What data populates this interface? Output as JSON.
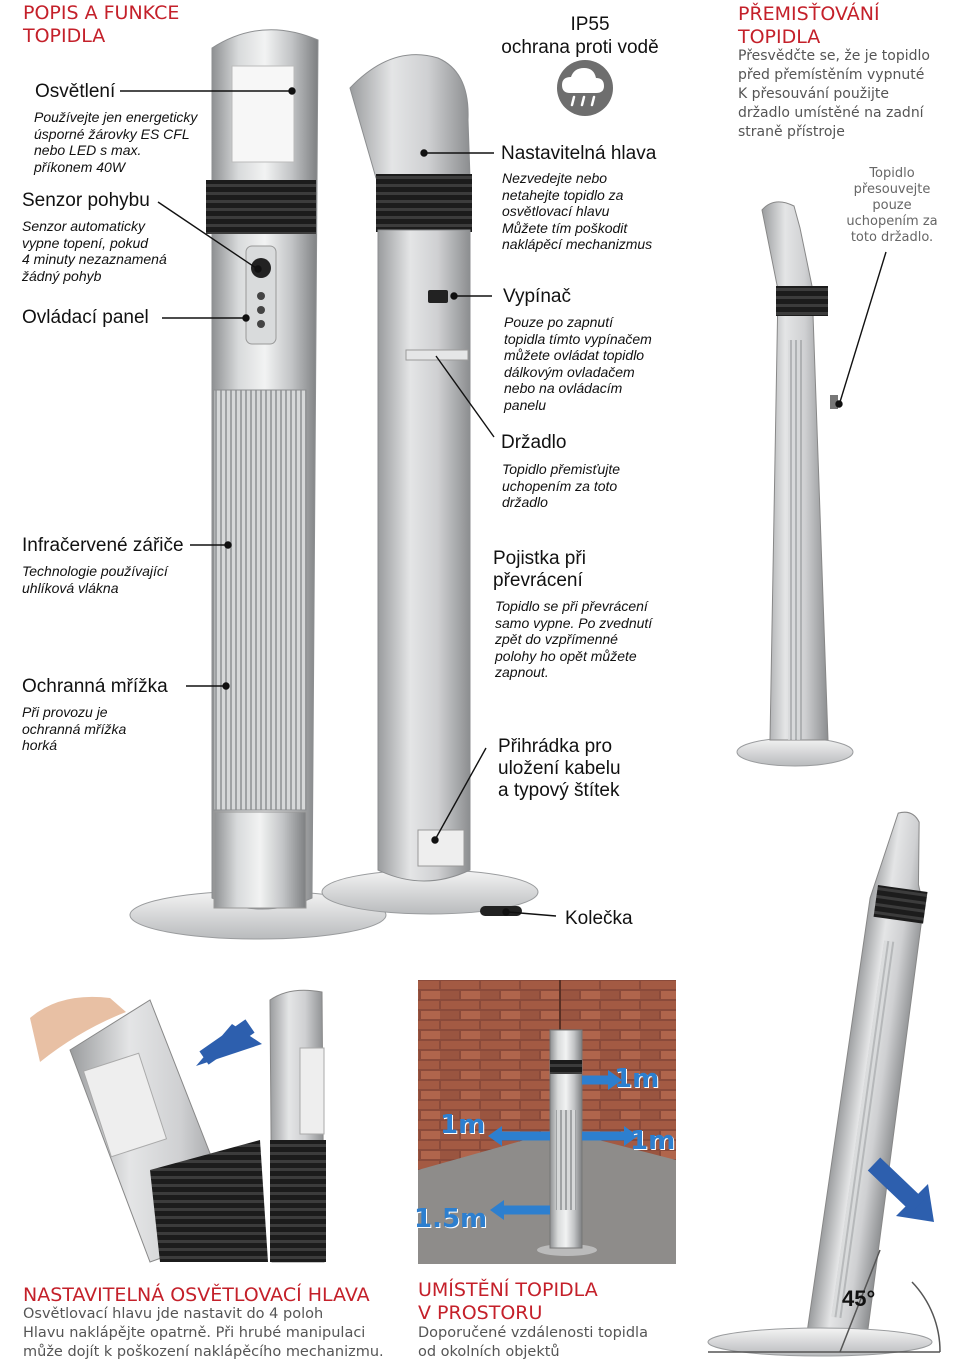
{
  "left_title": "POPIS A FUNKCE\nTOPIDLA",
  "osvetleni": {
    "heading": "Osvětlení",
    "text": "Používejte jen energeticky\núsporné žárovky ES CFL\nnebo LED s max.\npříkonem 40W"
  },
  "senzor": {
    "heading": "Senzor pohybu",
    "text": "Senzor automaticky\nvypne topení, pokud\n4 minuty nezaznamená\nžádný pohyb"
  },
  "ovladaci": {
    "heading": "Ovládací panel"
  },
  "zarice": {
    "heading": "Infračervené zářiče",
    "text": "Technologie používající\nuhlíková vlákna"
  },
  "mrizka": {
    "heading": "Ochranná mřížka",
    "text": "Při provozu je\nochranná mřížka\nhorká"
  },
  "ip55": {
    "line1": "IP55",
    "line2": "ochrana proti vodě"
  },
  "hlava": {
    "heading": "Nastavitelná hlava",
    "text": "Nezvedejte nebo\nnetahejte topidlo za\nosvětlovací hlavu\nMůžete tím poškodit\nnaklápěcí mechanizmus"
  },
  "vypinac": {
    "heading": "Vypínač",
    "text": "Pouze po zapnutí\ntopidla tímto vypínačem\nmůžete ovládat topidlo\ndálkovým ovladačem\nnebo na ovládacím\npanelu"
  },
  "drzadlo": {
    "heading": "Držadlo",
    "text": "Topidlo přemisťujte\nuchopením za toto\ndržadlo"
  },
  "pojistka": {
    "heading": "Pojistka při\npřevrácení",
    "text": "Topidlo se při převrácení\nsamo vypne. Po zvednutí\nzpět do vzpřímenné\npolohy ho opět můžete\nzapnout."
  },
  "prihradka": {
    "heading": "Přihrádka pro\nuložení kabelu\na typový štítek"
  },
  "kolecka": {
    "heading": "Kolečka"
  },
  "premistovani": {
    "title": "PŘEMISŤOVÁNÍ\nTOPIDLA",
    "text": "Přesvědčte se, že je topidlo\npřed přemístěním vypnuté\nK přesouvání použijte\ndržadlo umístěné na zadní\nstraně přístroje",
    "callout": "Topidlo\npřesouvejte\npouze\nuchopením za\ntoto držadlo."
  },
  "hlava_bottom": {
    "title": "NASTAVITELNÁ OSVĚTLOVACÍ HLAVA",
    "text": "Osvětlovací hlavu jde nastavit do 4 poloh\nHlavu naklápějte opatrně. Při hrubé manipulaci\nmůže dojít k poškození naklápěcího mechanizmu."
  },
  "umisteni": {
    "title": "UMÍSTĚNÍ TOPIDLA\nV PROSTORU",
    "text": "Doporučené vzdálenosti topidla\nod okolních objektů",
    "dist_top": "1m",
    "dist_left": "1m",
    "dist_right": "1m",
    "dist_bottom": "1.5m"
  },
  "angle": "45°",
  "colors": {
    "accent_red": "#c4202a",
    "arrow_blue": "#2d5fae",
    "silver": "#c7c9cb",
    "dark_band": "#2a2a2a"
  }
}
